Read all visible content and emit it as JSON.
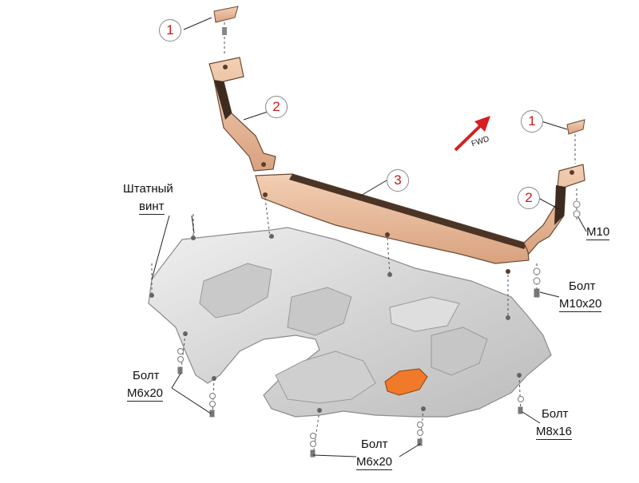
{
  "callouts": {
    "c1a": "1",
    "c2a": "2",
    "c1b": "1",
    "c2b": "2",
    "c3": "3"
  },
  "direction": {
    "label": "FWD",
    "arrow_color": "#d81e1e"
  },
  "labels": {
    "shtatny_line1": "Штатный",
    "shtatny_line2": "винт",
    "m10": "M10",
    "bolt_m10_line1": "Болт",
    "bolt_m10_line2": "M10x20",
    "bolt_m6_left_line1": "Болт",
    "bolt_m6_left_line2": "M6x20",
    "bolt_m8_line1": "Болт",
    "bolt_m8_line2": "M8x16",
    "bolt_m6_bottom_line1": "Болт",
    "bolt_m6_bottom_line2": "M6x20"
  },
  "colors": {
    "bracket": "#e8b99a",
    "bracket_edge": "#6b4a35",
    "plate": "#d9d9d9",
    "plate_edge": "#8c8c8c",
    "hatch": "#f07a2a",
    "callout_text": "#d01818"
  }
}
